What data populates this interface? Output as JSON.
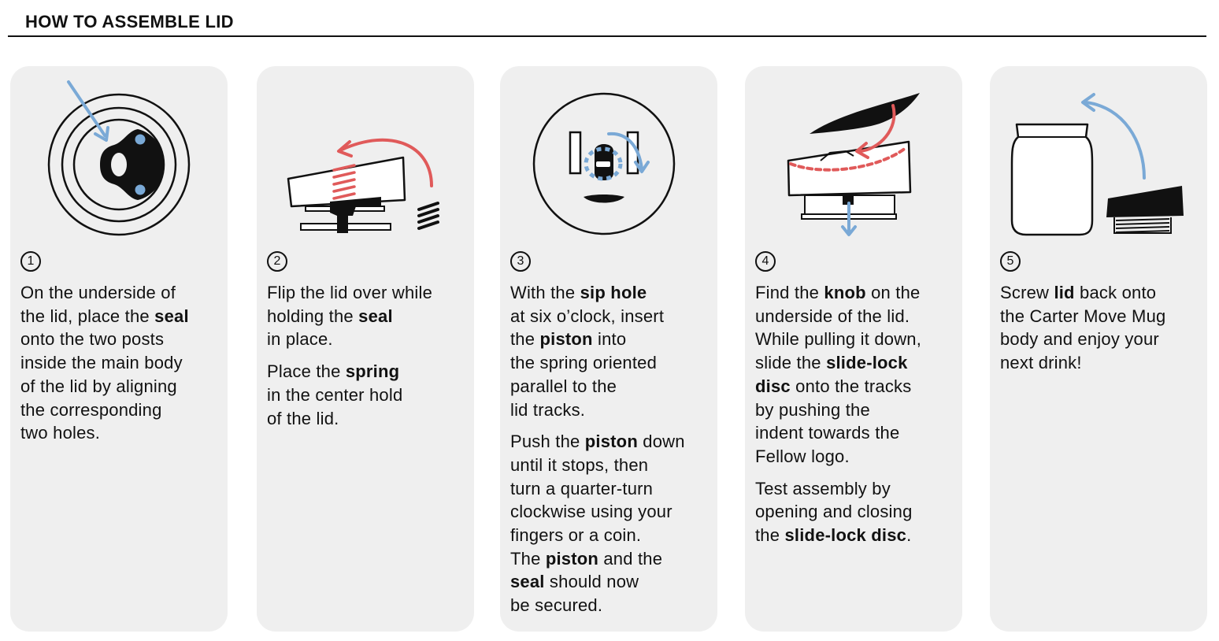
{
  "header": {
    "title": "HOW TO ASSEMBLE LID"
  },
  "colors": {
    "card_bg": "#efefef",
    "blue": "#7aa9d6",
    "red": "#e05a5a",
    "ink": "#111111"
  },
  "steps": [
    {
      "number": "1",
      "illustration": "seal-placement-illustration",
      "paragraphs": [
        [
          [
            [
              "On the underside of"
            ]
          ],
          [
            [
              "the lid, place the "
            ],
            [
              "seal",
              true
            ]
          ],
          [
            [
              "onto the two posts"
            ]
          ],
          [
            [
              "inside the main body"
            ]
          ],
          [
            [
              "of the lid by aligning"
            ]
          ],
          [
            [
              "the corresponding"
            ]
          ],
          [
            [
              "two holes."
            ]
          ]
        ]
      ]
    },
    {
      "number": "2",
      "illustration": "spring-placement-illustration",
      "paragraphs": [
        [
          [
            [
              "Flip the lid over while"
            ]
          ],
          [
            [
              "holding the "
            ],
            [
              "seal",
              true
            ]
          ],
          [
            [
              "in place."
            ]
          ]
        ],
        [
          [
            [
              "Place the "
            ],
            [
              "spring",
              true
            ]
          ],
          [
            [
              "in the center hold"
            ]
          ],
          [
            [
              "of the lid."
            ]
          ]
        ]
      ]
    },
    {
      "number": "3",
      "illustration": "piston-insert-illustration",
      "paragraphs": [
        [
          [
            [
              "With the "
            ],
            [
              "sip hole",
              true
            ]
          ],
          [
            [
              "at six o’clock, insert"
            ]
          ],
          [
            [
              "the "
            ],
            [
              "piston",
              true
            ],
            [
              " into"
            ]
          ],
          [
            [
              "the spring oriented"
            ]
          ],
          [
            [
              "parallel to the"
            ]
          ],
          [
            [
              "lid tracks."
            ]
          ]
        ],
        [
          [
            [
              "Push the "
            ],
            [
              "piston",
              true
            ],
            [
              " down"
            ]
          ],
          [
            [
              "until it stops, then"
            ]
          ],
          [
            [
              "turn a quarter-turn"
            ]
          ],
          [
            [
              "clockwise using your"
            ]
          ],
          [
            [
              "fingers or a coin."
            ]
          ],
          [
            [
              "The "
            ],
            [
              "piston",
              true
            ],
            [
              " and the"
            ]
          ],
          [
            [
              "seal",
              true
            ],
            [
              " should now"
            ]
          ],
          [
            [
              "be secured."
            ]
          ]
        ]
      ]
    },
    {
      "number": "4",
      "illustration": "slide-lock-disc-illustration",
      "paragraphs": [
        [
          [
            [
              "Find the "
            ],
            [
              "knob",
              true
            ],
            [
              " on the"
            ]
          ],
          [
            [
              "underside of the lid."
            ]
          ],
          [
            [
              "While pulling it down,"
            ]
          ],
          [
            [
              "slide the "
            ],
            [
              "slide-lock",
              true
            ]
          ],
          [
            [
              "disc",
              true
            ],
            [
              " onto the tracks"
            ]
          ],
          [
            [
              "by pushing the"
            ]
          ],
          [
            [
              "indent towards the"
            ]
          ],
          [
            [
              "Fellow logo."
            ]
          ]
        ],
        [
          [
            [
              "Test assembly by"
            ]
          ],
          [
            [
              "opening and closing"
            ]
          ],
          [
            [
              "the "
            ],
            [
              "slide-lock disc",
              true
            ],
            [
              "."
            ]
          ]
        ]
      ]
    },
    {
      "number": "5",
      "illustration": "screw-lid-illustration",
      "paragraphs": [
        [
          [
            [
              "Screw "
            ],
            [
              "lid",
              true
            ],
            [
              " back onto"
            ]
          ],
          [
            [
              "the Carter Move Mug"
            ]
          ],
          [
            [
              "body and enjoy your"
            ]
          ],
          [
            [
              "next drink!"
            ]
          ]
        ]
      ]
    }
  ]
}
